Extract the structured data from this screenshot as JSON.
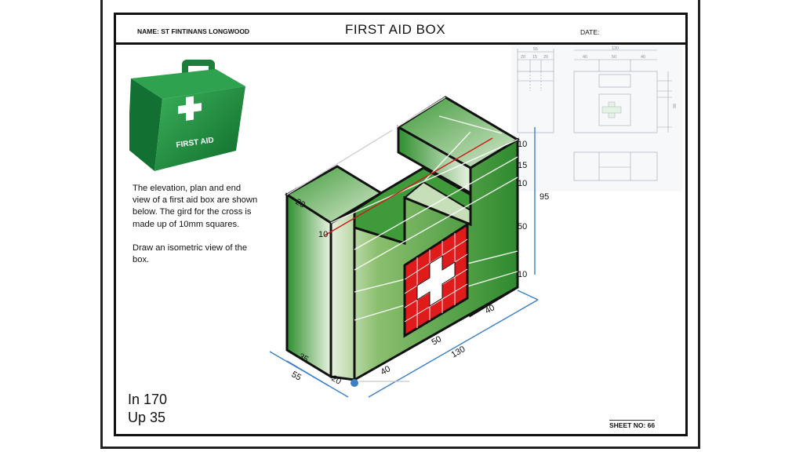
{
  "header": {
    "name_label": "NAME: ST FINTINANS LONGWOOD",
    "title": "FIRST AID BOX",
    "date_label": "DATE:"
  },
  "instructions": {
    "paragraph1": "The elevation, plan and end view of a first aid box are shown below. The gird for the cross is made up of 10mm squares.",
    "paragraph2": "Draw an isometric view of the box."
  },
  "moves": {
    "line1": "In 170",
    "line2": "Up 35"
  },
  "footer": {
    "sheet_label": "SHEET NO: 66"
  },
  "photo": {
    "label": "FIRST AID",
    "box_color": "#1e8a3c"
  },
  "ortho_dims": {
    "front_top": [
      "55"
    ],
    "front_sub": [
      "20",
      "15",
      "20"
    ],
    "side_top": [
      "130"
    ],
    "side_sub": [
      "40",
      "50",
      "40"
    ],
    "side_right": "95"
  },
  "iso_dims": {
    "top_depth": "20",
    "red_line": "10",
    "right_vertical": [
      "10",
      "15",
      "10",
      "50",
      "10"
    ],
    "total_height": "95",
    "bottom_left_inner": "35",
    "bottom_left_outer": "55",
    "bottom_corner": "20",
    "bottom_right": [
      "40",
      "50",
      "40"
    ],
    "total_length": "130"
  },
  "colors": {
    "box_green": "#2f8f2f",
    "cross_red": "#e01b1b",
    "dim_blue": "#3a7fc8"
  }
}
